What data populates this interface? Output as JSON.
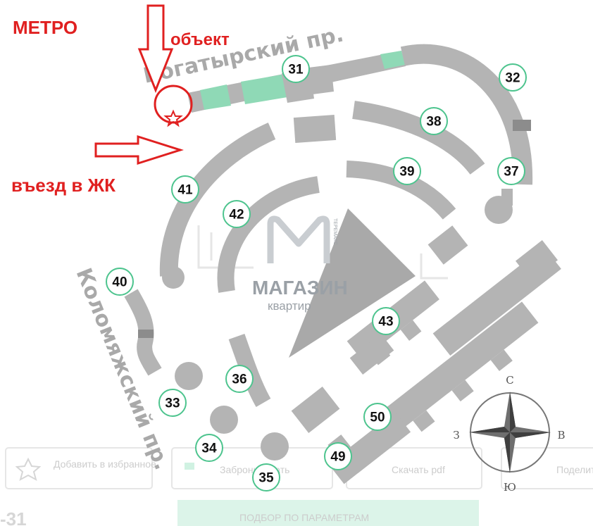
{
  "labels": {
    "metro": "МЕТРО",
    "object": "объект",
    "entrance": "въезд в ЖК",
    "road_bogatyrsky": "Богатырский пр.",
    "road_kolomyazhsky": "Коломяжский пр."
  },
  "watermark": {
    "line1": "МАГАЗИН",
    "line2": "квартир",
    "side": "ТЕРЕМАКС"
  },
  "compass": {
    "n": "С",
    "s": "Ю",
    "e": "В",
    "w": "З"
  },
  "buildings": [
    "31",
    "32",
    "33",
    "34",
    "35",
    "36",
    "37",
    "38",
    "39",
    "40",
    "41",
    "42",
    "43",
    "49",
    "50"
  ],
  "background_ui": {
    "add_favorites": "Добавить в избранное",
    "book": "Забронировать",
    "download_pdf": "Скачать pdf",
    "share": "Поделиться",
    "params": "ПОДБОР ПО ПАРАМЕТРАМ",
    "bottom_left": "-31"
  },
  "colors": {
    "building": "#b4b4b4",
    "highlight": "#8fd9b6",
    "accent": "#4dc48e",
    "marker": "#e02020"
  }
}
